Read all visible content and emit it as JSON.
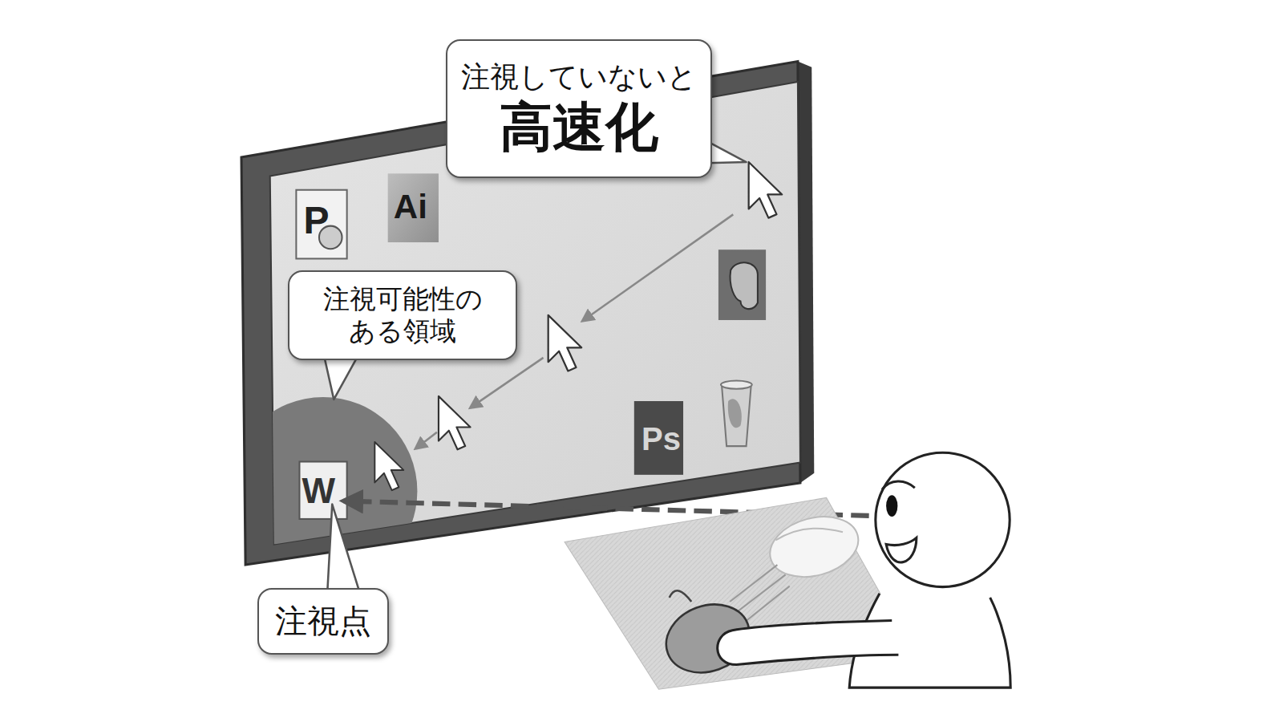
{
  "diagram": {
    "nodes": [
      {
        "text": [
          "注視していないと",
          "高速化"
        ]
      },
      {
        "text": [
          "注視可能性の ある領域"
        ]
      },
      {
        "text": [
          "注視点"
        ]
      }
    ],
    "labels": [
      "P",
      "Ai",
      "Ps",
      "W"
    ]
  }
}
